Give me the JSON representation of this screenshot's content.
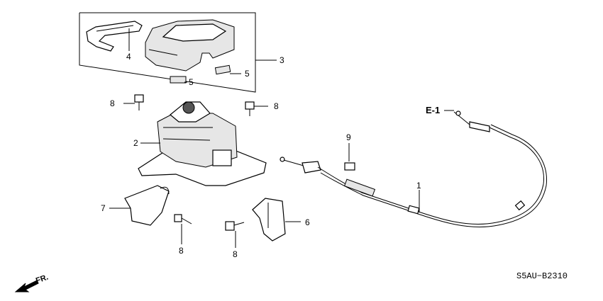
{
  "callouts": {
    "p1": "1",
    "p2": "2",
    "p3": "3",
    "p4": "4",
    "p5a": "5",
    "p5b": "5",
    "p6": "6",
    "p7": "7",
    "p8a": "8",
    "p8b": "8",
    "p8c": "8",
    "p8d": "8",
    "p9": "9"
  },
  "reference_tag": "E-1",
  "direction_label": "FR.",
  "diagram_code": "S5AU−B2310",
  "icons": {
    "direction": "front-direction-arrow-icon"
  }
}
